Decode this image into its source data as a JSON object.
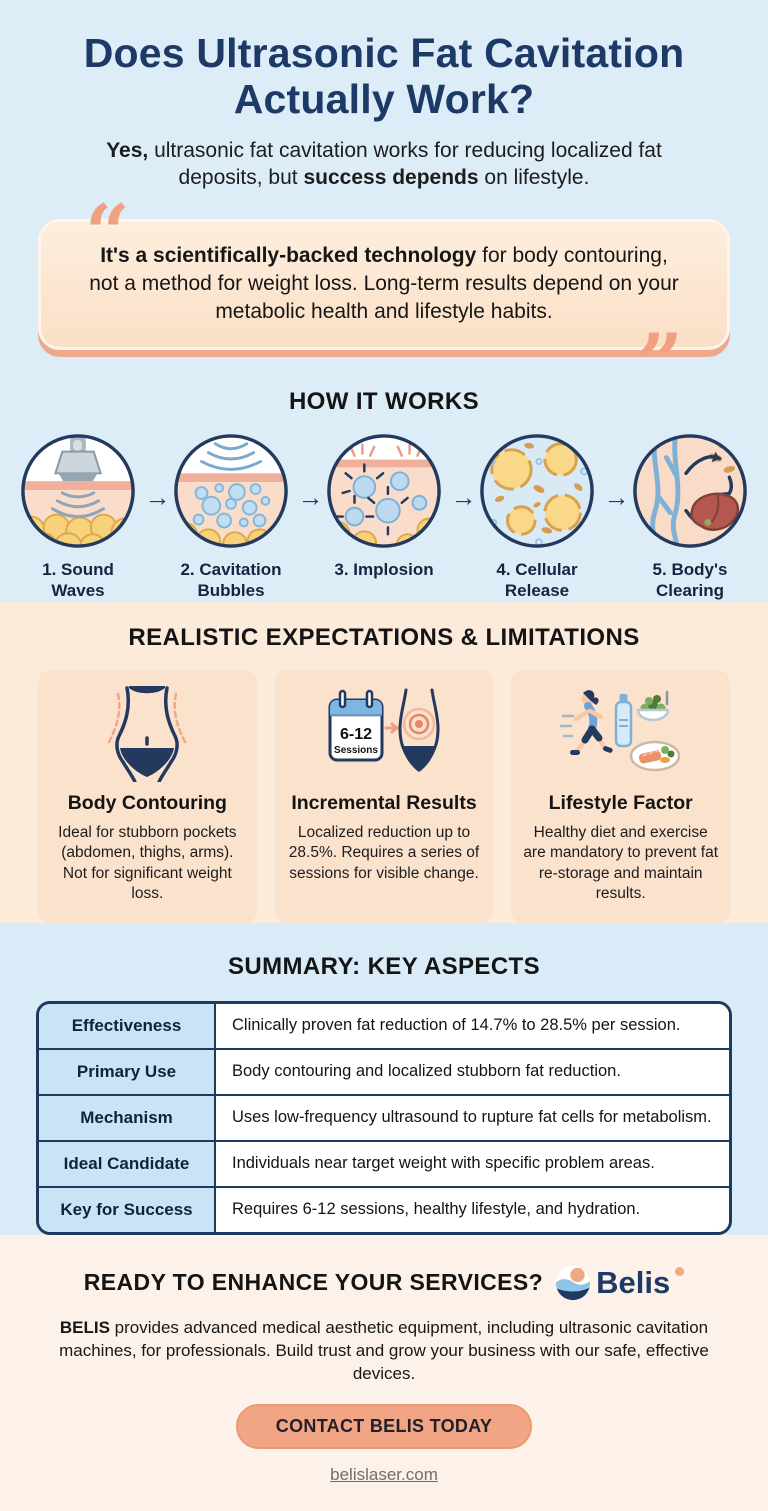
{
  "colors": {
    "bg_blue": "#ddedf8",
    "bg_peach_section": "#fceadb",
    "bg_summary": "#d9ebf7",
    "bg_footer": "#fdf2e9",
    "navy": "#1d3a66",
    "salmon_accent": "#efa182",
    "card_bg": "#fbe2cd",
    "table_label_bg": "#c9e4f6",
    "button_bg": "#f2a584"
  },
  "header": {
    "title_line1": "Does Ultrasonic Fat Cavitation",
    "title_line2": "Actually Work?",
    "subtitle_bold1": "Yes,",
    "subtitle_text1": " ultrasonic fat cavitation works for reducing localized fat deposits, but ",
    "subtitle_bold2": "success depends",
    "subtitle_text2": " on lifestyle."
  },
  "quote": {
    "open_mark": "“",
    "close_mark": "”",
    "bold": "It's a scientifically-backed technology",
    "rest": " for body contouring, not a method for weight loss. Long-term results depend on your metabolic health and lifestyle habits."
  },
  "how_it_works": {
    "heading": "HOW IT WORKS",
    "arrow": "→",
    "steps": [
      {
        "label": "1. Sound Waves",
        "icon": "ultrasound-transducer-icon"
      },
      {
        "label": "2. Cavitation Bubbles",
        "icon": "cavitation-bubbles-icon"
      },
      {
        "label": "3. Implosion",
        "icon": "bubble-implosion-icon"
      },
      {
        "label": "4. Cellular Release",
        "icon": "ruptured-fat-cells-icon"
      },
      {
        "label": "5. Body's Clearing",
        "icon": "liver-clearing-icon"
      }
    ]
  },
  "expectations": {
    "heading": "REALISTIC EXPECTATIONS & LIMITATIONS",
    "cards": [
      {
        "title": "Body Contouring",
        "body": "Ideal for stubborn pockets (abdomen, thighs, arms). Not for significant weight loss.",
        "icon": "torso-contour-icon"
      },
      {
        "title": "Incremental Results",
        "body": "Localized reduction up to 28.5%. Requires a series of sessions for visible change.",
        "icon": "calendar-target-icon",
        "calendar_line1": "6-12",
        "calendar_line2": "Sessions"
      },
      {
        "title": "Lifestyle Factor",
        "body": "Healthy diet and exercise are mandatory to prevent fat re-storage and maintain results.",
        "icon": "exercise-nutrition-icon"
      }
    ]
  },
  "summary": {
    "heading": "SUMMARY: KEY ASPECTS",
    "rows": [
      {
        "label": "Effectiveness",
        "value": "Clinically proven fat reduction of 14.7% to 28.5% per session."
      },
      {
        "label": "Primary Use",
        "value": "Body contouring and localized stubborn fat reduction."
      },
      {
        "label": "Mechanism",
        "value": "Uses low-frequency ultrasound to rupture fat cells for metabolism."
      },
      {
        "label": "Ideal Candidate",
        "value": "Individuals near target weight with specific problem areas."
      },
      {
        "label": "Key for Success",
        "value": "Requires 6-12 sessions, healthy lifestyle, and hydration."
      }
    ]
  },
  "footer": {
    "heading": "READY TO ENHANCE YOUR SERVICES?",
    "brand": "Belis",
    "logo_icon": "belis-wave-logo-icon",
    "body_bold": "BELIS",
    "body_text": " provides advanced medical aesthetic equipment, including ultrasonic cavitation machines, for professionals. Build trust and grow your business with our safe, effective devices.",
    "button_label": "CONTACT BELIS TODAY",
    "link": "belislaser.com"
  }
}
